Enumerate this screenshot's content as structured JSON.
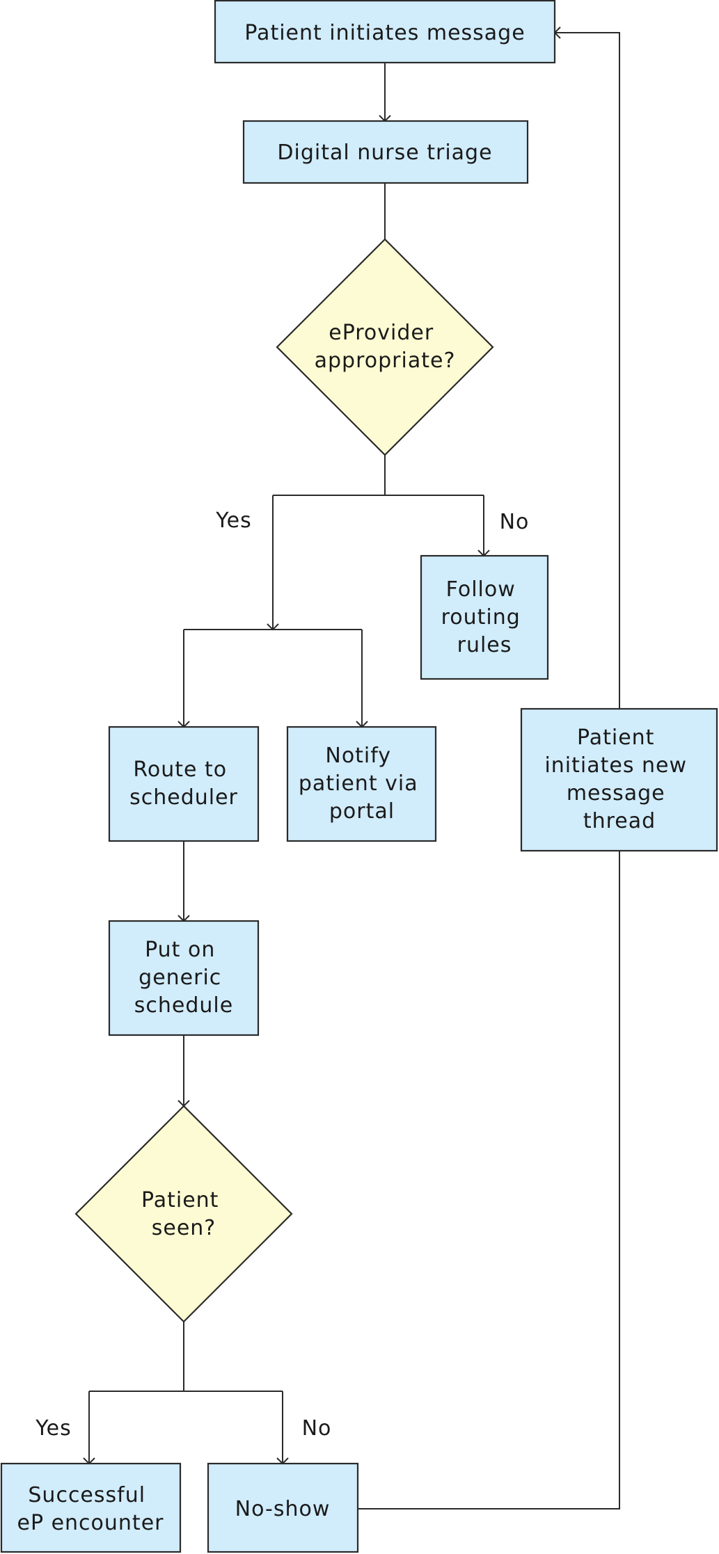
{
  "colors": {
    "process_fill": "#d1ecfa",
    "decision_fill": "#fdfbd3",
    "stroke": "#2a2a2a",
    "text": "#1a1a1a"
  },
  "nodes": {
    "patient_initiates_message": {
      "shape": "process",
      "lines": [
        "Patient initiates message"
      ]
    },
    "digital_nurse_triage": {
      "shape": "process",
      "lines": [
        "Digital nurse triage"
      ]
    },
    "eprovider_appropriate": {
      "shape": "decision",
      "lines": [
        "eProvider",
        "appropriate?"
      ]
    },
    "follow_routing_rules": {
      "shape": "process",
      "lines": [
        "Follow",
        "routing",
        "rules"
      ]
    },
    "route_to_scheduler": {
      "shape": "process",
      "lines": [
        "Route to",
        "scheduler"
      ]
    },
    "notify_patient_via_portal": {
      "shape": "process",
      "lines": [
        "Notify",
        "patient via",
        "portal"
      ]
    },
    "patient_initiates_new_thread": {
      "shape": "process",
      "lines": [
        "Patient",
        "initiates new",
        "message",
        "thread"
      ]
    },
    "put_on_generic_schedule": {
      "shape": "process",
      "lines": [
        "Put on",
        "generic",
        "schedule"
      ]
    },
    "patient_seen": {
      "shape": "decision",
      "lines": [
        "Patient",
        "seen?"
      ]
    },
    "successful_ep_encounter": {
      "shape": "process",
      "lines": [
        "Successful",
        "eP encounter"
      ]
    },
    "no_show": {
      "shape": "process",
      "lines": [
        "No-show"
      ]
    }
  },
  "edge_labels": {
    "eprovider_yes": "Yes",
    "eprovider_no": "No",
    "seen_yes": "Yes",
    "seen_no": "No"
  }
}
